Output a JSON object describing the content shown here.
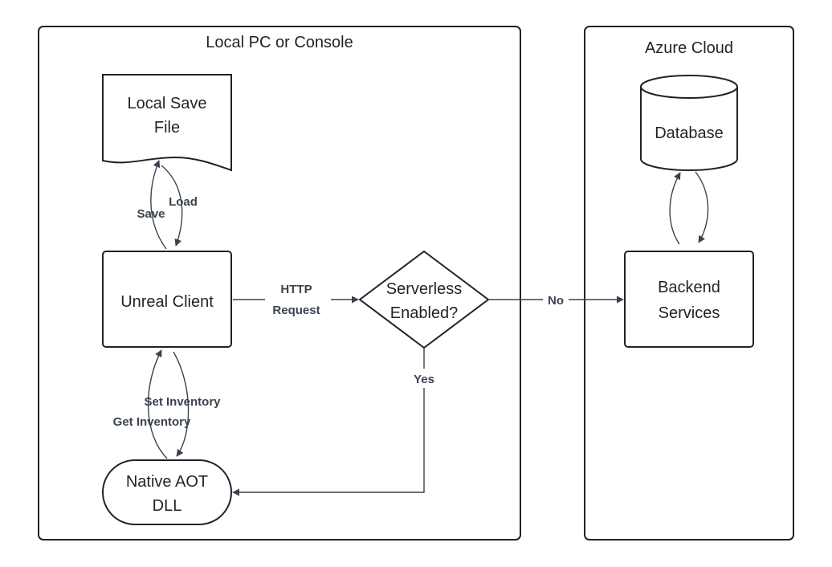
{
  "containers": {
    "local": {
      "title": "Local PC or Console"
    },
    "azure": {
      "title": "Azure Cloud"
    }
  },
  "nodes": {
    "save_file": {
      "line1": "Local Save",
      "line2": "File"
    },
    "unreal_client": {
      "label": "Unreal Client"
    },
    "native_dll": {
      "line1": "Native AOT",
      "line2": "DLL"
    },
    "decision": {
      "line1": "Serverless",
      "line2": "Enabled?"
    },
    "database": {
      "label": "Database"
    },
    "backend": {
      "line1": "Backend",
      "line2": "Services"
    }
  },
  "edges": {
    "save": "Save",
    "load": "Load",
    "http_line1": "HTTP",
    "http_line2": "Request",
    "no": "No",
    "yes": "Yes",
    "set_inventory": "Set Inventory",
    "get_inventory": "Get Inventory"
  },
  "colors": {
    "stroke": "#1f2328",
    "arrow": "#3a4250",
    "background": "#ffffff"
  }
}
